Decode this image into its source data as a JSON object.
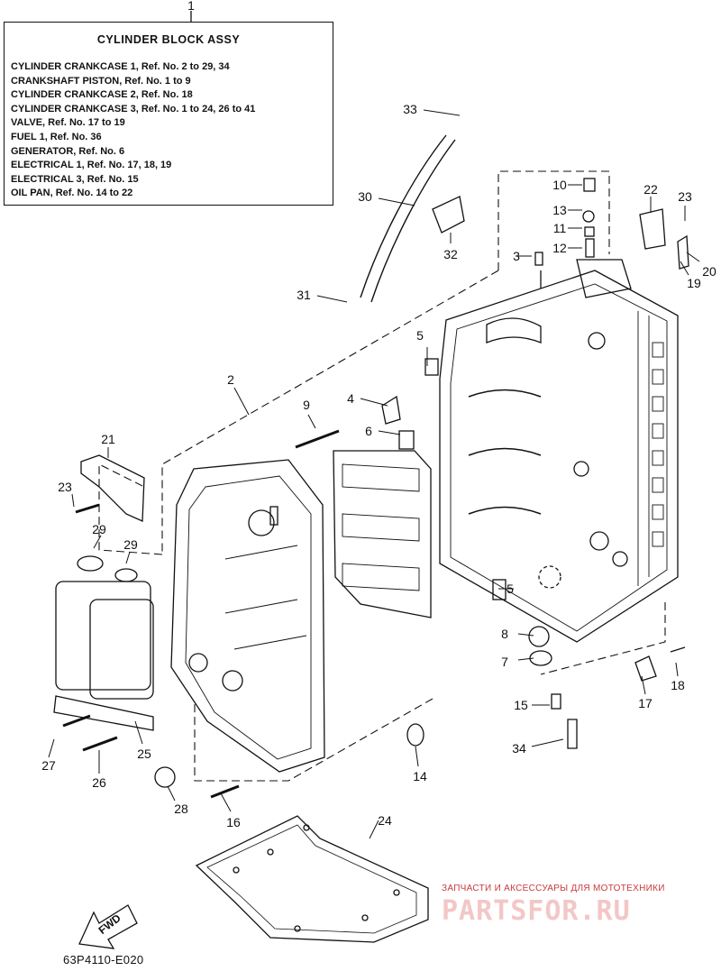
{
  "legend": {
    "callout": "1",
    "title": "CYLINDER BLOCK ASSY",
    "lines": [
      "CYLINDER CRANKCASE 1,  Ref. No. 2 to 29, 34",
      "CRANKSHAFT PISTON,  Ref. No. 1 to 9",
      "CYLINDER CRANKCASE 2,  Ref. No. 18",
      "CYLINDER CRANKCASE 3,  Ref. No. 1 to 24, 26 to 41",
      "VALVE,  Ref. No. 17 to 19",
      "FUEL 1,  Ref. No. 36",
      "GENERATOR,    Ref. No. 6",
      "ELECTRICAL 1,  Ref. No. 17, 18, 19",
      "ELECTRICAL 3,  Ref. No. 15",
      "OIL PAN,  Ref. No. 14 to 22"
    ]
  },
  "callouts": [
    {
      "id": "2",
      "label": "2"
    },
    {
      "id": "3",
      "label": "3"
    },
    {
      "id": "4",
      "label": "4"
    },
    {
      "id": "5a",
      "label": "5"
    },
    {
      "id": "5b",
      "label": "5"
    },
    {
      "id": "6",
      "label": "6"
    },
    {
      "id": "7",
      "label": "7"
    },
    {
      "id": "8",
      "label": "8"
    },
    {
      "id": "9",
      "label": "9"
    },
    {
      "id": "10",
      "label": "10"
    },
    {
      "id": "11",
      "label": "11"
    },
    {
      "id": "12",
      "label": "12"
    },
    {
      "id": "13",
      "label": "13"
    },
    {
      "id": "14",
      "label": "14"
    },
    {
      "id": "15",
      "label": "15"
    },
    {
      "id": "16",
      "label": "16"
    },
    {
      "id": "17",
      "label": "17"
    },
    {
      "id": "18",
      "label": "18"
    },
    {
      "id": "19",
      "label": "19"
    },
    {
      "id": "20",
      "label": "20"
    },
    {
      "id": "21",
      "label": "21"
    },
    {
      "id": "22",
      "label": "22"
    },
    {
      "id": "23a",
      "label": "23"
    },
    {
      "id": "23b",
      "label": "23"
    },
    {
      "id": "24",
      "label": "24"
    },
    {
      "id": "25",
      "label": "25"
    },
    {
      "id": "26",
      "label": "26"
    },
    {
      "id": "27",
      "label": "27"
    },
    {
      "id": "28",
      "label": "28"
    },
    {
      "id": "29a",
      "label": "29"
    },
    {
      "id": "29b",
      "label": "29"
    },
    {
      "id": "30",
      "label": "30"
    },
    {
      "id": "31",
      "label": "31"
    },
    {
      "id": "32",
      "label": "32"
    },
    {
      "id": "33",
      "label": "33"
    },
    {
      "id": "34",
      "label": "34"
    }
  ],
  "arrow_label": "FWD",
  "figure_code": "63P4110-E020",
  "watermark": {
    "line1": "ЗАПЧАСТИ И АКСЕССУАРЫ ДЛЯ МОТОТЕХНИКИ",
    "line2": "PARTSFOR.RU",
    "color": "#c93a3a"
  }
}
